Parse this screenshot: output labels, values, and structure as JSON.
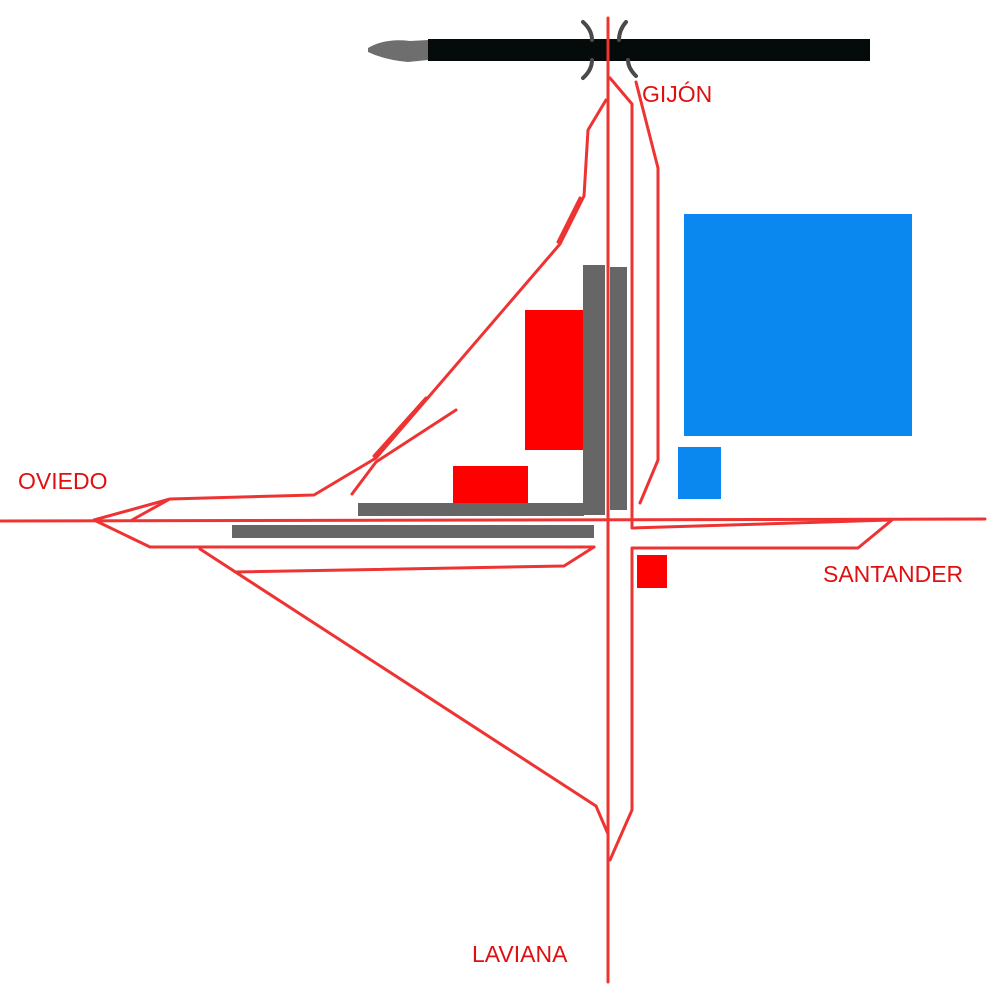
{
  "colors": {
    "track": "#ee3333",
    "label": "#e01010",
    "platform": "#666666",
    "red_building": "#ff0000",
    "blue_building": "#0a88f0",
    "bridge": "#050a0a",
    "bridge_pier": "#4a4a4a",
    "background": "#ffffff"
  },
  "labels": {
    "north": "GIJÓN",
    "west": "OVIEDO",
    "east": "SANTANDER",
    "south": "LAVIANA"
  },
  "icons": {
    "bridge": "overpass-bridge-icon"
  }
}
